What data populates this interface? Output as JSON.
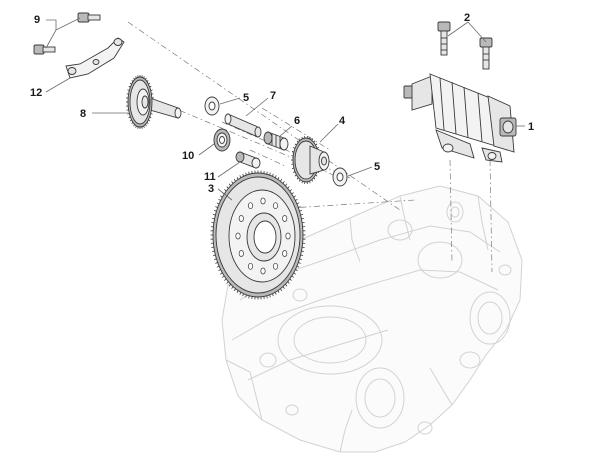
{
  "callouts": [
    {
      "id": "1",
      "label": "1"
    },
    {
      "id": "2",
      "label": "2"
    },
    {
      "id": "3",
      "label": "3"
    },
    {
      "id": "4",
      "label": "4"
    },
    {
      "id": "5a",
      "label": "5"
    },
    {
      "id": "5b",
      "label": "5"
    },
    {
      "id": "6",
      "label": "6"
    },
    {
      "id": "7",
      "label": "7"
    },
    {
      "id": "8",
      "label": "8"
    },
    {
      "id": "9",
      "label": "9"
    },
    {
      "id": "10",
      "label": "10"
    },
    {
      "id": "11",
      "label": "11"
    },
    {
      "id": "12",
      "label": "12"
    }
  ],
  "colors": {
    "ink": "#1a1a1a",
    "ghost_engine": "#cfd3d6",
    "part_stroke": "#3a3a3a",
    "metal": "#e6e6e6"
  }
}
